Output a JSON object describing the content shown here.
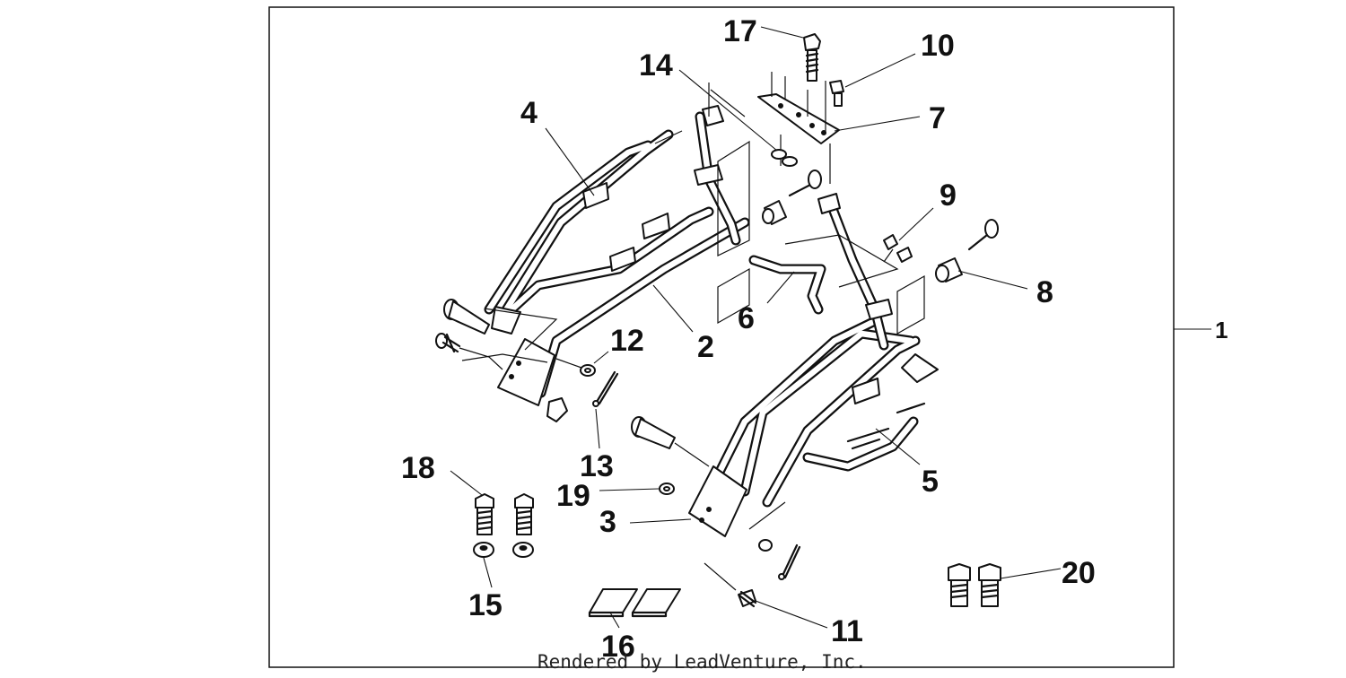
{
  "callouts": {
    "c1": "1",
    "c2": "2",
    "c3": "3",
    "c4": "4",
    "c5": "5",
    "c6": "6",
    "c7": "7",
    "c8": "8",
    "c9": "9",
    "c10": "10",
    "c11": "11",
    "c12": "12",
    "c13": "13",
    "c14": "14",
    "c15": "15",
    "c16": "16",
    "c17": "17",
    "c18": "18",
    "c19": "19",
    "c20": "20"
  },
  "footer": "Rendered by LeadVenture, Inc."
}
